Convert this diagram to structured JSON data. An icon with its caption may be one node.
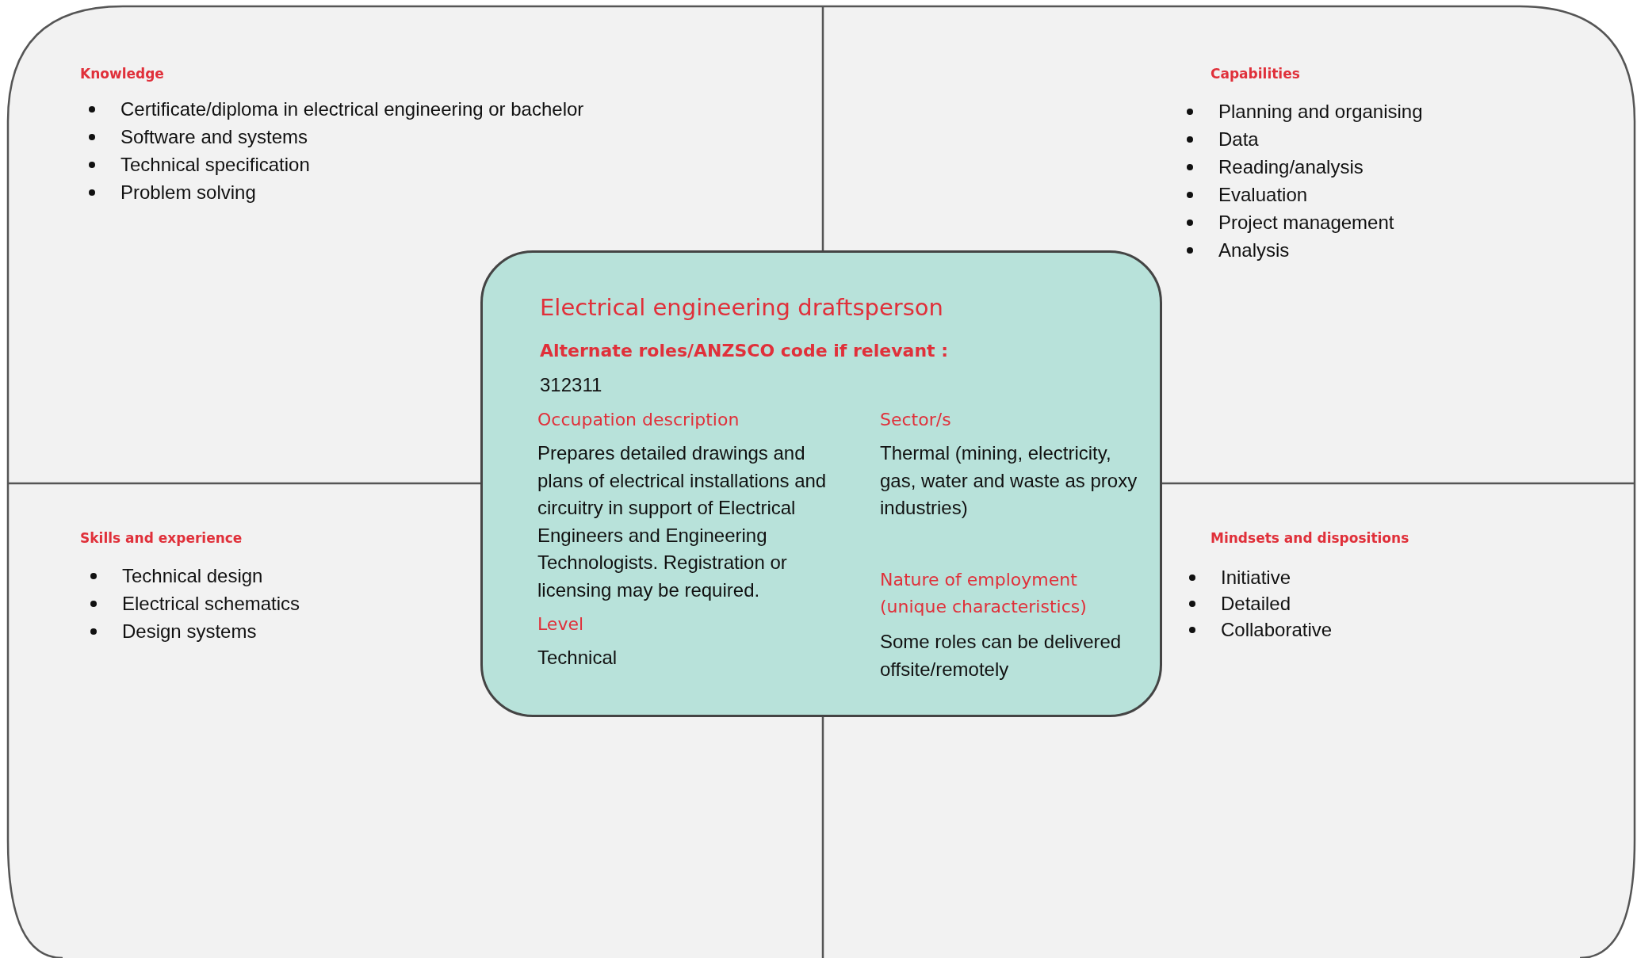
{
  "diagram": {
    "nodes": [
      {
        "text": [
          "Knowledge",
          "Certificate/diploma in electrical engineering or bachelor",
          "Software and systems",
          "Technical specification",
          "Problem solving"
        ]
      },
      {
        "text": [
          "Capabilities",
          "Planning and organising",
          "Data",
          "Reading/analysis",
          "Evaluation",
          "Project management",
          "Analysis"
        ]
      },
      {
        "text": [
          "Skills and experience",
          "Technical design",
          "Electrical schematics",
          "Design systems"
        ]
      },
      {
        "text": [
          "Mindsets and dispositions",
          "Initiative",
          "Detailed",
          "Collaborative"
        ]
      },
      {
        "text": [
          "Electrical engineering draftsperson",
          "Alternate roles/ANZSCO code if relevant :",
          "312311",
          "Occupation description",
          "Prepares detailed drawings and plans of electrical installations and circuitry in support of Electrical Engineers and Engineering Technologists. Registration or licensing may be required.",
          "Sector/s",
          "Thermal (mining, electricity, gas, water and waste as proxy industries)",
          "Level",
          "Technical",
          "Nature of employment (unique characteristics)",
          "Some roles can be delivered offsite/remotely"
        ]
      }
    ]
  }
}
